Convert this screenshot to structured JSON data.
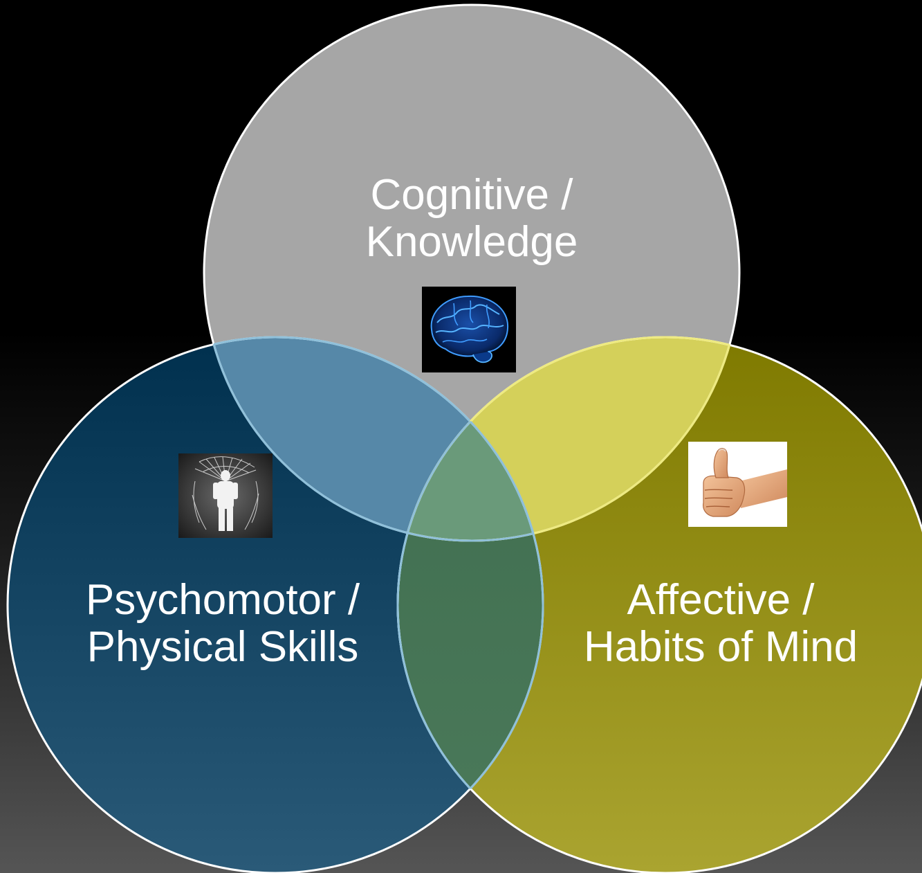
{
  "diagram": {
    "circles": [
      {
        "id": "cognitive",
        "label_line1": "Cognitive /",
        "label_line2": "Knowledge",
        "color": "#a6a6a6",
        "icon": "brain-icon"
      },
      {
        "id": "psychomotor",
        "label_line1": "Psychomotor /",
        "label_line2": "Physical Skills",
        "color_top": "#00304e",
        "color_bottom": "#2a5a78",
        "icon": "motion-figure-icon"
      },
      {
        "id": "affective",
        "label_line1": "Affective /",
        "label_line2": "Habits of Mind",
        "color_top": "#7f7a00",
        "color_bottom": "#aaa430",
        "icon": "thumbs-up-icon"
      }
    ],
    "overlap_colors": {
      "cognitive_psychomotor": "#5688a8",
      "cognitive_affective": "#d4d05a",
      "psychomotor_affective": "#437255",
      "center": "#6a9a7a"
    },
    "outline_color": "#ffffff"
  }
}
